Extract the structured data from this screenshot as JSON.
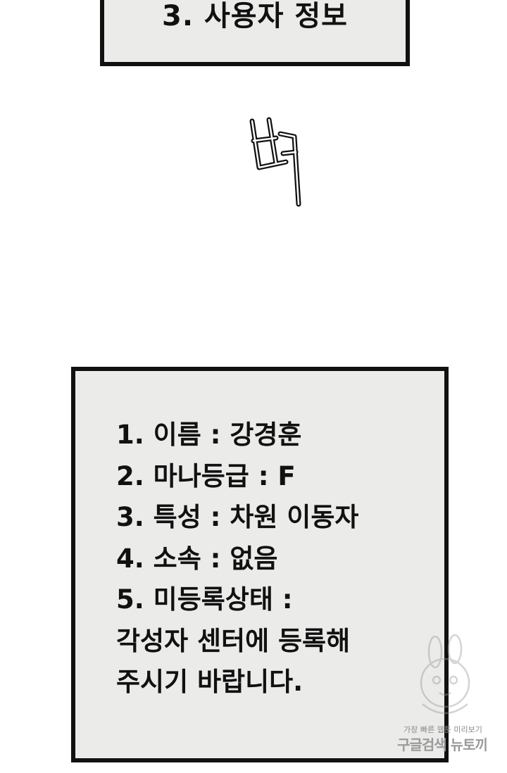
{
  "header": {
    "title": "3. 사용자 정보"
  },
  "sound_effect": {
    "text": "삑"
  },
  "info": {
    "lines": [
      "1. 이름 : 강경훈",
      "2. 마나등급 : F",
      "3. 특성 : 차원 이동자",
      "4. 소속 : 없음",
      "5. 미등록상태 :",
      "각성자 센터에 등록해",
      "주시기 바랍니다."
    ]
  },
  "watermark": {
    "tagline": "가장 빠른 웹툰 미리보기",
    "brand": "구글검색 뉴토끼",
    "icon": "rabbit-mascot-icon"
  }
}
